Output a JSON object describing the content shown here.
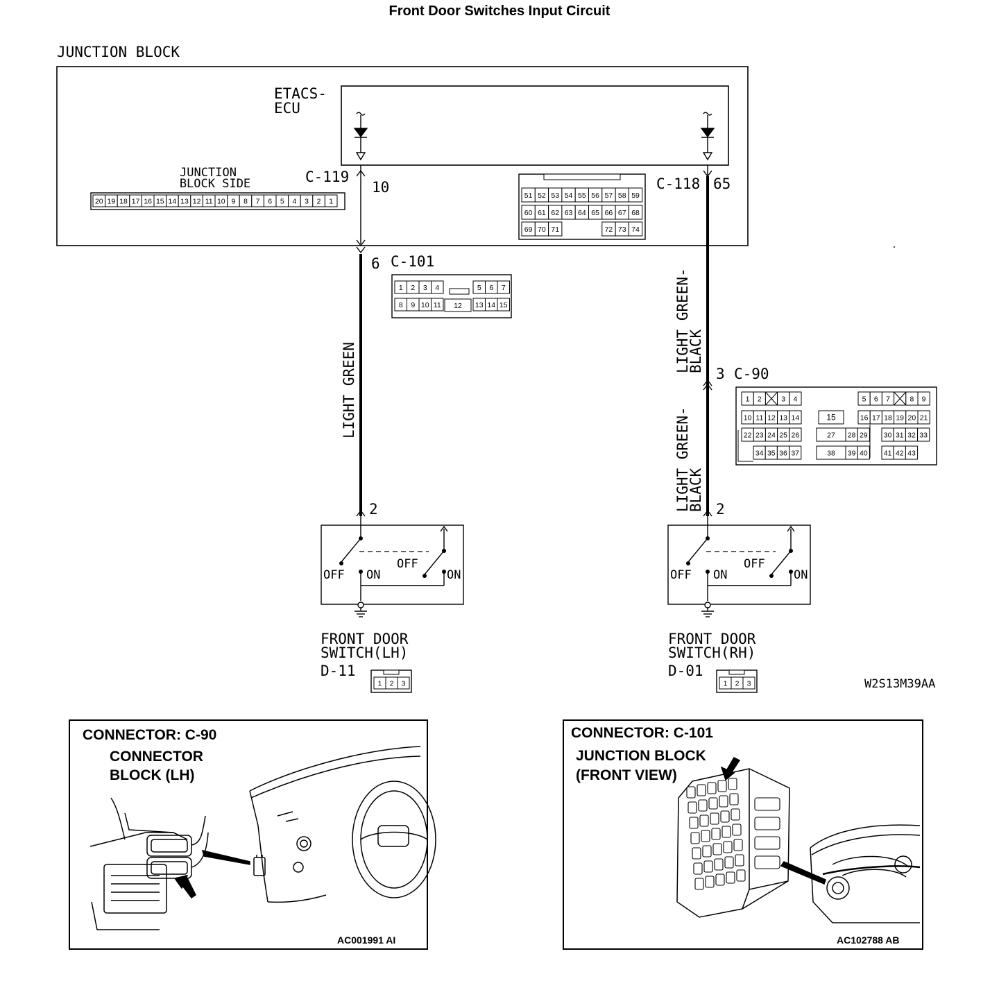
{
  "title": "Front Door Switches Input Circuit",
  "junction_block": {
    "label": "JUNCTION BLOCK",
    "ecu_label_1": "ETACS-",
    "ecu_label_2": "ECU",
    "side_label_1": "JUNCTION",
    "side_label_2": "BLOCK SIDE",
    "side_pins": [
      "20",
      "19",
      "18",
      "17",
      "16",
      "15",
      "14",
      "13",
      "12",
      "11",
      "10",
      "9",
      "8",
      "7",
      "6",
      "5",
      "4",
      "3",
      "2",
      "1"
    ]
  },
  "c118_pins": {
    "row1": [
      "51",
      "52",
      "53",
      "54",
      "55",
      "56",
      "57",
      "58",
      "59"
    ],
    "row2": [
      "60",
      "61",
      "62",
      "63",
      "64",
      "65",
      "66",
      "67",
      "68"
    ],
    "row3_left": [
      "69",
      "70",
      "71"
    ],
    "row3_right": [
      "72",
      "73",
      "74"
    ]
  },
  "c101_pins": {
    "row1_left": [
      "1",
      "2",
      "3",
      "4"
    ],
    "row1_right": [
      "5",
      "6",
      "7"
    ],
    "row2_left": [
      "8",
      "9",
      "10",
      "11"
    ],
    "row2_mid": "12",
    "row2_right": [
      "13",
      "14",
      "15"
    ]
  },
  "c90_pins": {
    "row1_a": [
      "1",
      "2"
    ],
    "row1_b": [
      "3",
      "4"
    ],
    "row1_c": [
      "5",
      "6",
      "7"
    ],
    "row1_d": [
      "8",
      "9"
    ],
    "row2_a": [
      "10",
      "11",
      "12",
      "13",
      "14"
    ],
    "row2_mid": "15",
    "row2_b": [
      "16",
      "17",
      "18",
      "19",
      "20",
      "21"
    ],
    "row3_a": [
      "22",
      "23",
      "24",
      "25",
      "26"
    ],
    "row3_mid1": "27",
    "row3_mid2": [
      "28",
      "29"
    ],
    "row3_b": [
      "30",
      "31",
      "32",
      "33"
    ],
    "row4_a": [
      "34",
      "35",
      "36",
      "37"
    ],
    "row4_mid1": "38",
    "row4_mid2": [
      "39",
      "40"
    ],
    "row4_b": [
      "41",
      "42",
      "43"
    ]
  },
  "left_circuit": {
    "connector_top": "C-119",
    "pin_top": "10",
    "pin_mid": "6",
    "connector_mid": "C-101",
    "wire_color": "LIGHT GREEN",
    "pin_bottom": "2",
    "switch_name_1": "FRONT DOOR",
    "switch_name_2": "SWITCH(LH)",
    "switch_id": "D-11"
  },
  "right_circuit": {
    "connector_top": "C-118",
    "pin_top": "65",
    "wire_color_1": "LIGHT GREEN-",
    "wire_color_2": "BLACK",
    "pin_mid": "3",
    "connector_mid": "C-90",
    "pin_bottom": "2",
    "switch_name_1": "FRONT DOOR",
    "switch_name_2": "SWITCH(RH)",
    "switch_id": "D-01"
  },
  "switch_labels": {
    "off": "OFF",
    "on": "ON"
  },
  "switch_pins": [
    "1",
    "2",
    "3"
  ],
  "diagram_code": "W2S13M39AA",
  "panel_left": {
    "heading": "CONNECTOR: C-90",
    "sub_1": "CONNECTOR",
    "sub_2": "BLOCK (LH)",
    "code": "AC001991 AI"
  },
  "panel_right": {
    "heading": "CONNECTOR: C-101",
    "sub_1": "JUNCTION BLOCK",
    "sub_2": "(FRONT VIEW)",
    "code": "AC102788 AB"
  }
}
